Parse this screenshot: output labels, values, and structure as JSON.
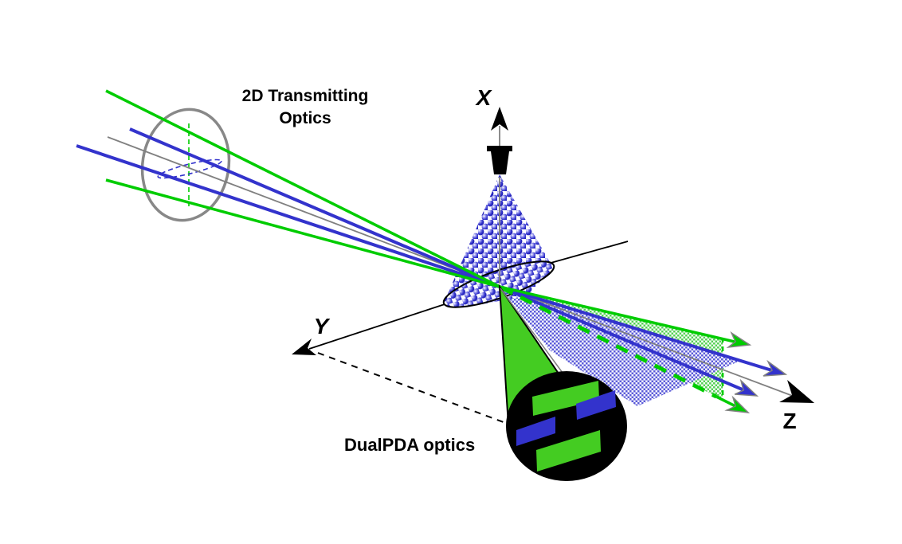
{
  "diagram": {
    "labels": {
      "transmitter_line1": "2D Transmitting",
      "transmitter_line2": "Optics",
      "receiver": "DualPDA optics",
      "axis_x": "X",
      "axis_y": "Y",
      "axis_z": "Z"
    },
    "colors": {
      "background": "#ffffff",
      "ink": "#000000",
      "beam_green": "#00cc00",
      "beam_blue": "#3333cc",
      "optical_axis_gray": "#808080",
      "lens_outline_gray": "#888888",
      "receiver_cone_green": "#44cc22",
      "detector_segment_green": "#44cc22",
      "detector_segment_blue": "#3333cc",
      "particle_sphere_blue": "#3333cc",
      "scattered_fan_green": "#55d055",
      "scattered_fan_blue": "#5a5ad8"
    }
  }
}
